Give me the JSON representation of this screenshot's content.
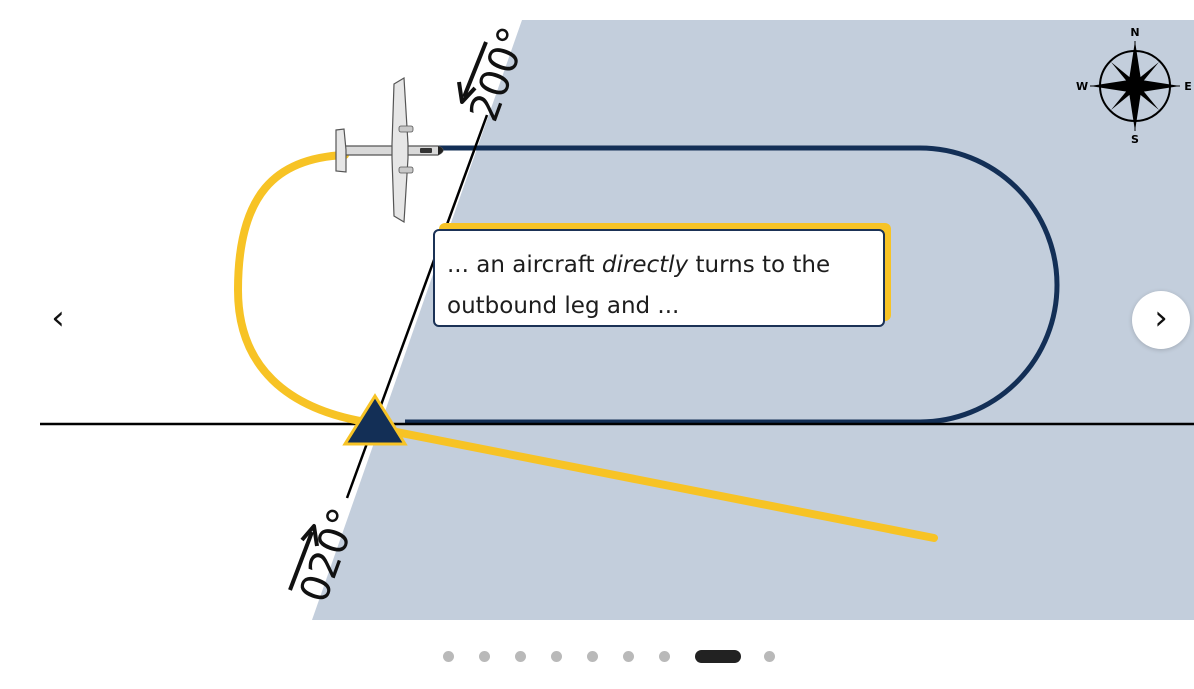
{
  "slide": {
    "caption_pre": "... an aircraft ",
    "caption_em": "directly",
    "caption_post": " turns to the outbound leg and ...",
    "heading_inbound": "200°",
    "heading_outbound": "020°"
  },
  "compass": {
    "n": "N",
    "e": "E",
    "s": "S",
    "w": "W"
  },
  "navigation": {
    "prev_symbol": "‹",
    "next_symbol": "›"
  },
  "carousel": {
    "slide_count": 9,
    "active_index": 7
  },
  "colors": {
    "protected_area": "#c3cedc",
    "holding_pattern": "#132f56",
    "entry_path": "#f7c325",
    "fix_marker": "#132f56",
    "radial_line": "#000000"
  }
}
